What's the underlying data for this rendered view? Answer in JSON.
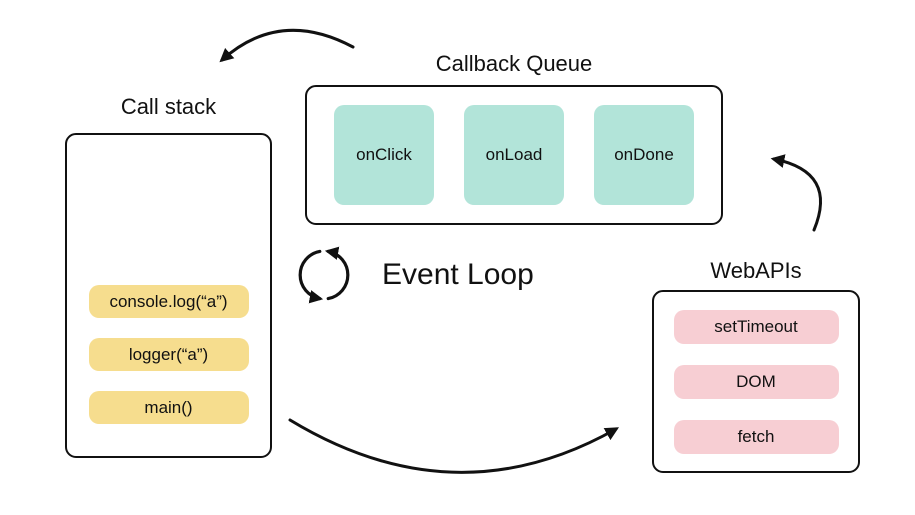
{
  "diagram": {
    "call_stack": {
      "title": "Call stack",
      "items": [
        "console.log(“a”)",
        "logger(“a”)",
        "main()"
      ]
    },
    "callback_queue": {
      "title": "Callback Queue",
      "items": [
        "onClick",
        "onLoad",
        "onDone"
      ]
    },
    "web_apis": {
      "title": "WebAPIs",
      "items": [
        "setTimeout",
        "DOM",
        "fetch"
      ]
    },
    "event_loop": {
      "label": "Event Loop",
      "icon": "circular-arrows-counterclockwise-icon"
    },
    "arrows": [
      "callback-queue-to-call-stack",
      "web-apis-to-callback-queue",
      "call-stack-to-web-apis"
    ],
    "colors": {
      "call_stack_item": "#F6DD8E",
      "callback_queue_item": "#B2E4D9",
      "web_api_item": "#F7CED3",
      "outline": "#111111",
      "background": "#FFFFFF"
    }
  }
}
